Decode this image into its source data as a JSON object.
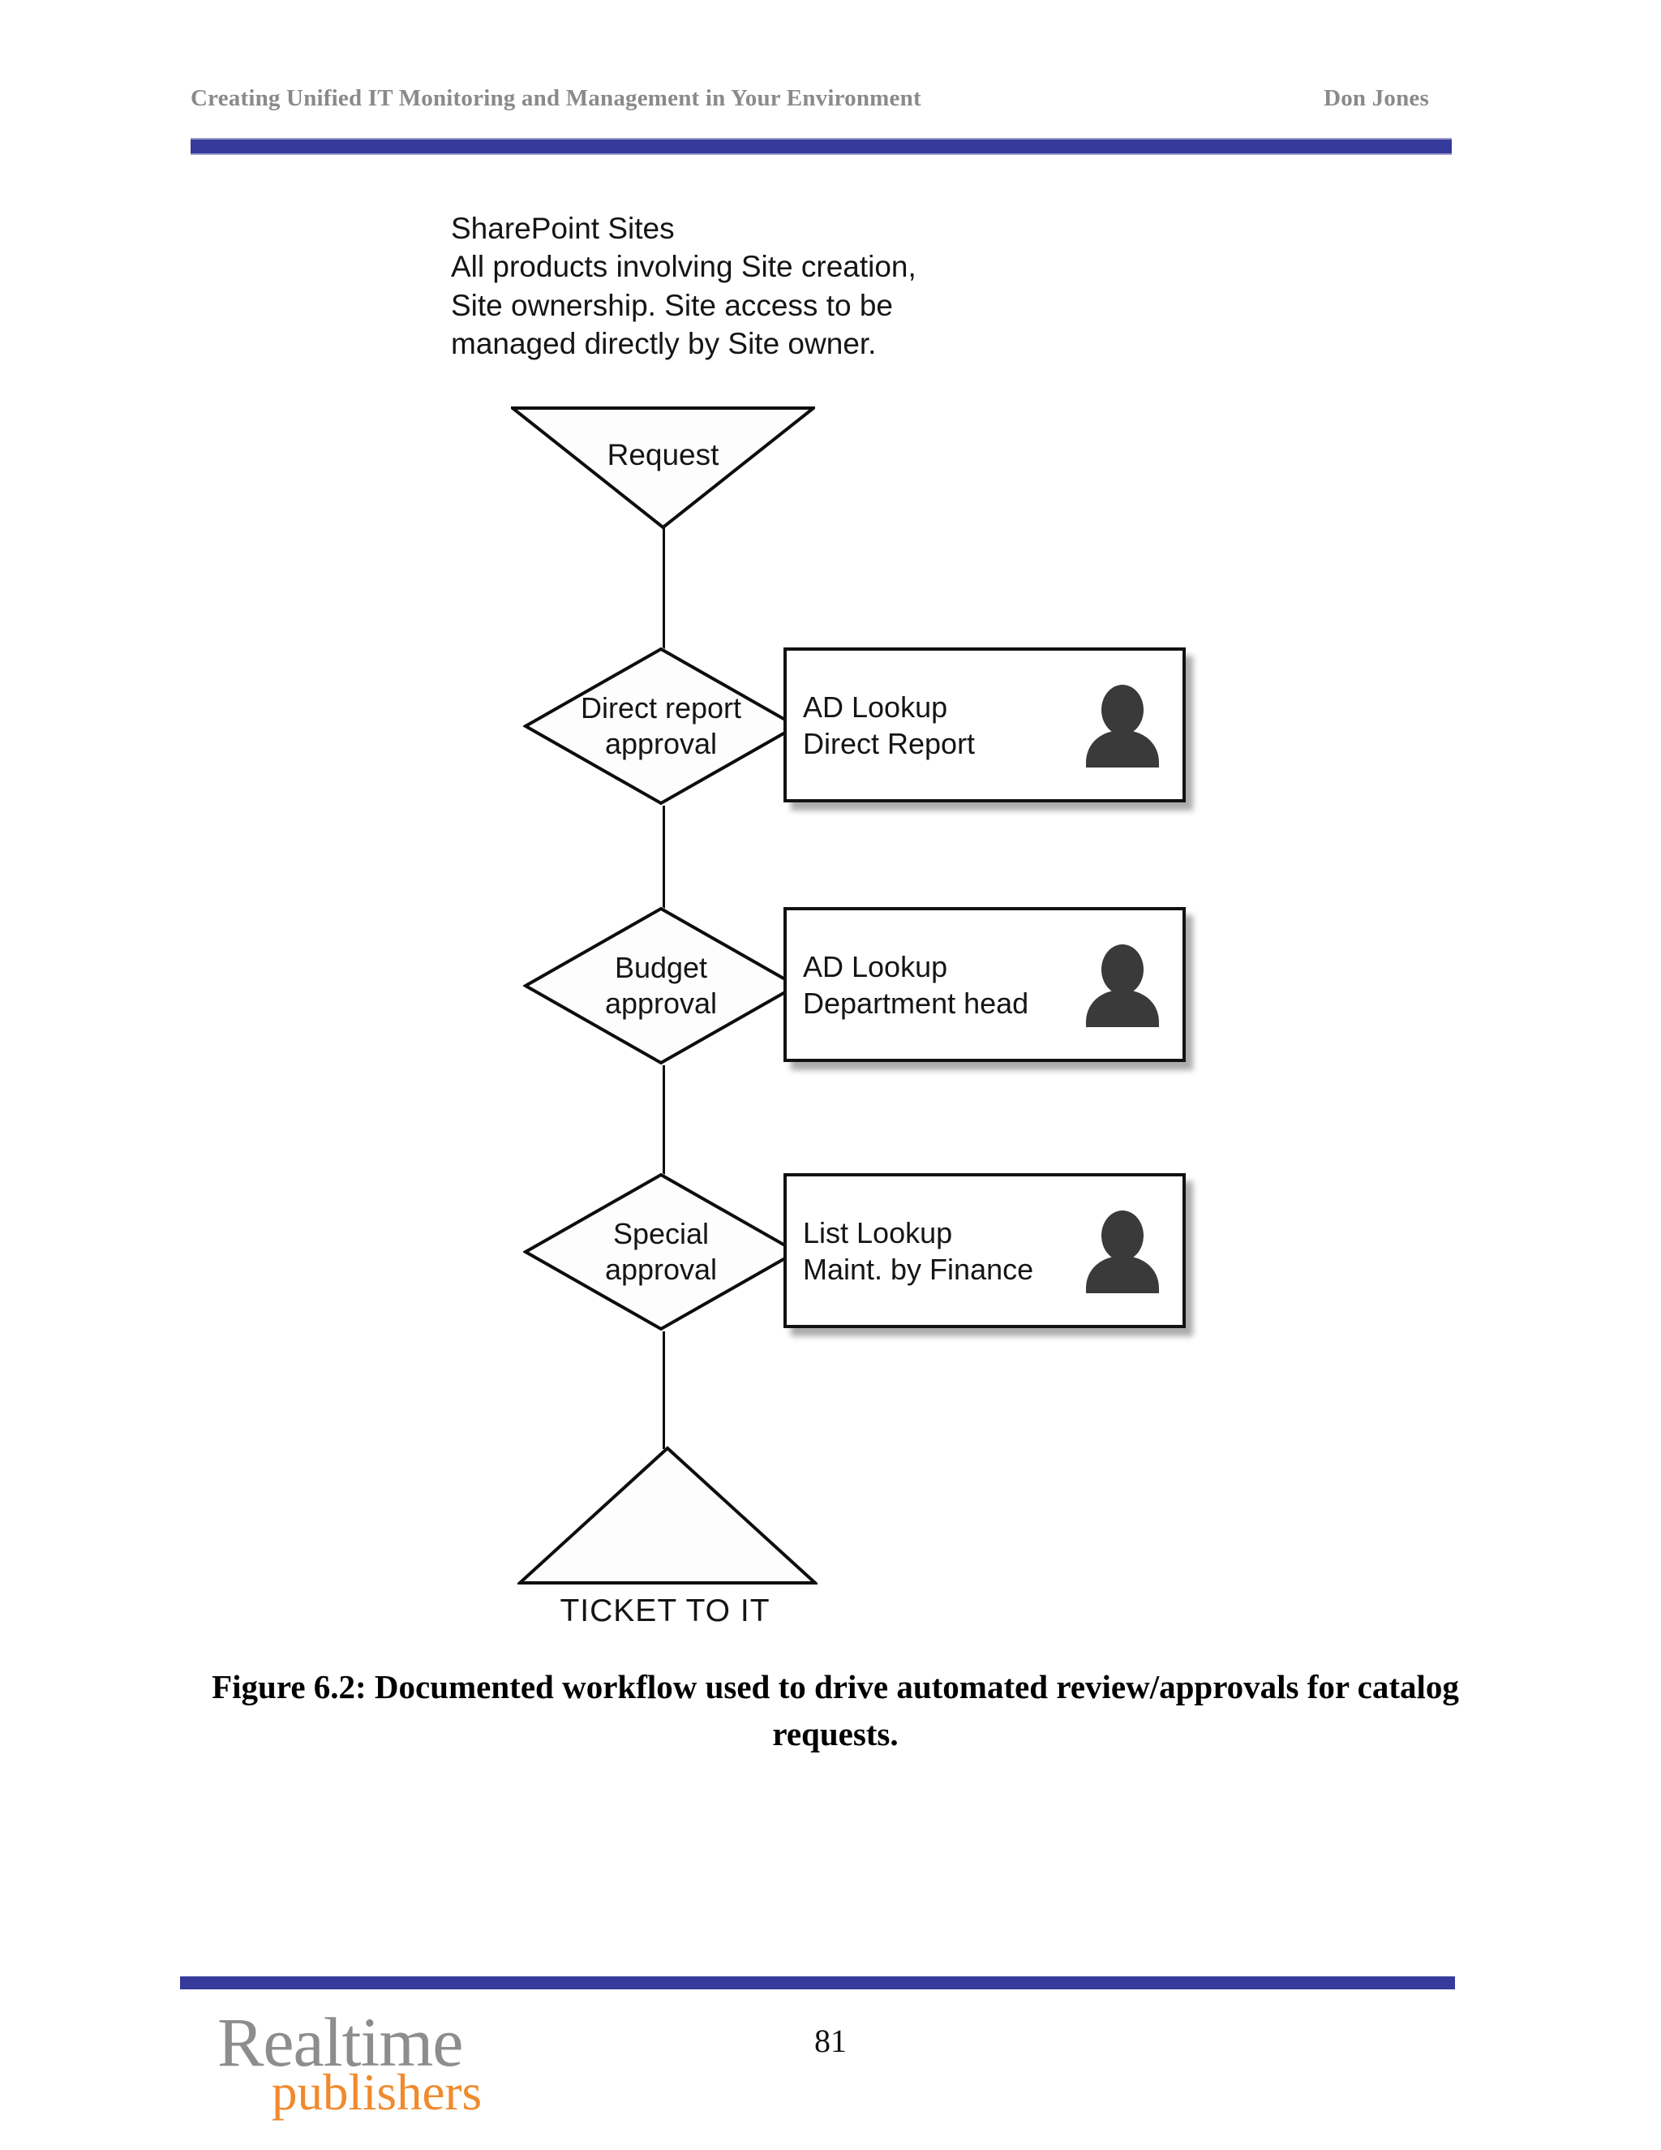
{
  "header": {
    "title": "Creating Unified IT Monitoring and Management in Your Environment",
    "author": "Don Jones",
    "rule_color": "#363a9a"
  },
  "figure": {
    "note": [
      "SharePoint Sites",
      "All products involving Site creation,",
      "Site ownership. Site access to be",
      "managed directly by Site owner."
    ],
    "start_node": {
      "label": "Request",
      "shape": "triangle-down"
    },
    "steps": [
      {
        "decision": [
          "Direct report",
          "approval"
        ],
        "lookup": [
          "AD Lookup",
          "Direct Report"
        ],
        "icon": "person-icon"
      },
      {
        "decision": [
          "Budget",
          "approval"
        ],
        "lookup": [
          "AD Lookup",
          "Department head"
        ],
        "icon": "person-icon"
      },
      {
        "decision": [
          "Special",
          "approval"
        ],
        "lookup": [
          "List Lookup",
          "Maint. by Finance"
        ],
        "icon": "person-icon"
      }
    ],
    "end_node": {
      "label": "TICKET TO IT",
      "shape": "triangle-up"
    }
  },
  "caption": "Figure 6.2: Documented workflow used to drive automated review/approvals for catalog requests.",
  "footer": {
    "logo_primary": "Realtime",
    "logo_secondary": "publishers",
    "logo_primary_color": "#8d8d8d",
    "logo_secondary_color": "#f08a2e",
    "page_number": "81",
    "rule_color": "#363a9a"
  }
}
